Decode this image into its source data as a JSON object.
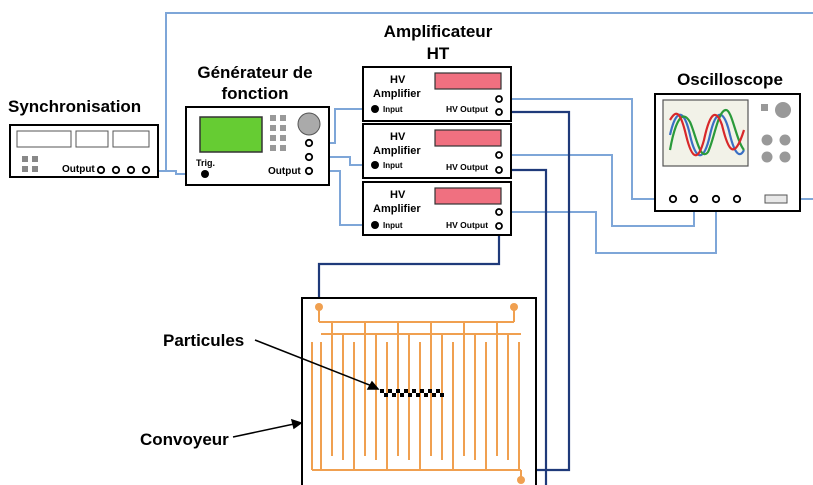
{
  "labels": {
    "synchronisation": "Synchronisation",
    "generateur_line1": "Générateur de",
    "generateur_line2": "fonction",
    "amplificateur_line1": "Amplificateur",
    "amplificateur_line2": "HT",
    "oscilloscope": "Oscilloscope",
    "particules": "Particules",
    "convoyeur": "Convoyeur"
  },
  "sync_box": {
    "output": "Output"
  },
  "generator": {
    "trig": "Trig.",
    "output": "Output"
  },
  "amplifiers": [
    {
      "title_line1": "HV",
      "title_line2": "Amplifier",
      "input": "Input",
      "hv_output": "HV Output"
    },
    {
      "title_line1": "HV",
      "title_line2": "Amplifier",
      "input": "Input",
      "hv_output": "HV Output"
    },
    {
      "title_line1": "HV",
      "title_line2": "Amplifier",
      "input": "Input",
      "hv_output": "HV Output"
    }
  ],
  "colors": {
    "signal_wire": "#7ea6d8",
    "hv_wire": "#1f3a7a",
    "electrode": "#f0a050",
    "amp_display": "#f07080",
    "gen_screen": "#66cc33",
    "scope_screen": "#f2f2e8"
  }
}
